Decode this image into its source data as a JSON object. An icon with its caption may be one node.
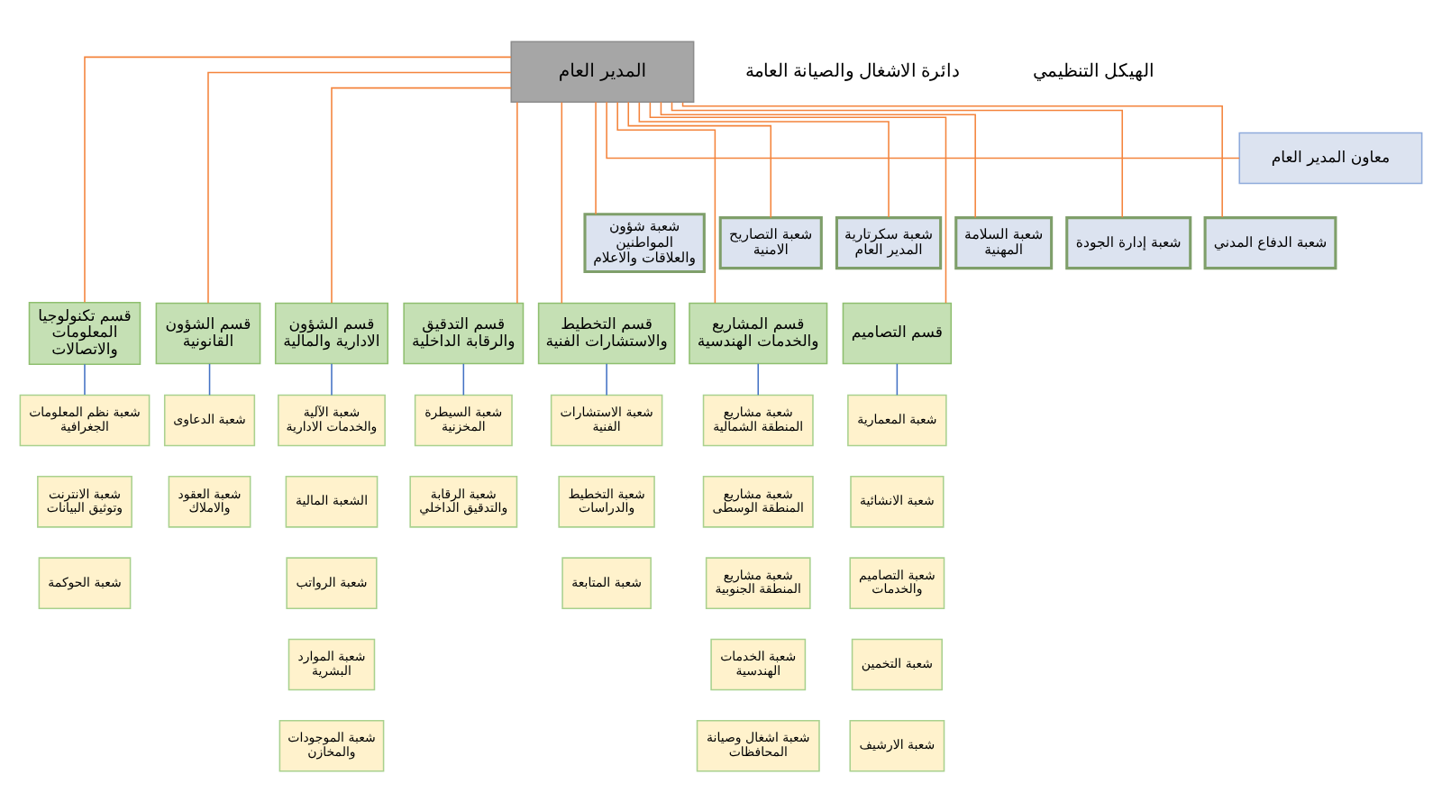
{
  "diagram": {
    "nodes": [
      {
        "text": [
          "المدير العام"
        ]
      },
      {
        "text": [
          "معاون المدير العام"
        ]
      },
      {
        "text": [
          "شعبة الدفاع المدني"
        ]
      },
      {
        "text": [
          "شعبة إدارة الجودة"
        ]
      },
      {
        "text": [
          "شعبة السلامة المهنية"
        ]
      },
      {
        "text": [
          "شعبة سكرتارية المدير العام"
        ]
      },
      {
        "text": [
          "شعبة التصاريح الامنية"
        ]
      },
      {
        "text": [
          "شعبة شؤون المواطنين والعلاقات والاعلام"
        ]
      },
      {
        "text": [
          "قسم التصاميم"
        ]
      },
      {
        "text": [
          "قسم المشاريع والخدمات الهندسية"
        ]
      },
      {
        "text": [
          "قسم التخطيط والاستشارات الفنية"
        ]
      },
      {
        "text": [
          "قسم التدقيق والرقابة الداخلية"
        ]
      },
      {
        "text": [
          "قسم الشؤون الادارية والمالية"
        ]
      },
      {
        "text": [
          "قسم الشؤون القانونية"
        ]
      },
      {
        "text": [
          "قسم تكنولوجيا المعلومات والاتصالات"
        ]
      },
      {
        "text": [
          "شعبة المعمارية"
        ]
      },
      {
        "text": [
          "شعبة الانشائية"
        ]
      },
      {
        "text": [
          "شعبة التصاميم والخدمات"
        ]
      },
      {
        "text": [
          "شعبة التخمين"
        ]
      },
      {
        "text": [
          "شعبة الارشيف"
        ]
      },
      {
        "text": [
          "شعبة مشاريع المنطقة الشمالية"
        ]
      },
      {
        "text": [
          "شعبة مشاريع المنطقة الوسطى"
        ]
      },
      {
        "text": [
          "شعبة مشاريع المنطقة الجنوبية"
        ]
      },
      {
        "text": [
          "شعبة الخدمات الهندسية"
        ]
      },
      {
        "text": [
          "شعبة اشغال وصيانة المحافظات"
        ]
      },
      {
        "text": [
          "شعبة الاستشارات الفنية"
        ]
      },
      {
        "text": [
          "شعبة التخطيط والدراسات"
        ]
      },
      {
        "text": [
          "شعبة المتابعة"
        ]
      },
      {
        "text": [
          "شعبة السيطرة المخزنية"
        ]
      },
      {
        "text": [
          "شعبة الرقابة والتدقيق الداخلي"
        ]
      },
      {
        "text": [
          "شعبة الآلية والخدمات الادارية"
        ]
      },
      {
        "text": [
          "الشعبة المالية"
        ]
      },
      {
        "text": [
          "شعبة الرواتب"
        ]
      },
      {
        "text": [
          "شعبة الموارد البشرية"
        ]
      },
      {
        "text": [
          "شعبة الموجودات والمخازن"
        ]
      },
      {
        "text": [
          "شعبة الدعاوى"
        ]
      },
      {
        "text": [
          "شعبة العقود والاملاك"
        ]
      },
      {
        "text": [
          "شعبة نظم المعلومات الجغرافية"
        ]
      },
      {
        "text": [
          "شعبة الانترنت وتوثيق البيانات"
        ]
      },
      {
        "text": [
          "شعبة الحوكمة"
        ]
      }
    ],
    "edges": [
      {
        "from": 0,
        "to": 1,
        "arrow": "none"
      },
      {
        "from": 0,
        "to": 2,
        "arrow": "none"
      },
      {
        "from": 0,
        "to": 3,
        "arrow": "none"
      },
      {
        "from": 0,
        "to": 4,
        "arrow": "none"
      },
      {
        "from": 0,
        "to": 5,
        "arrow": "none"
      },
      {
        "from": 0,
        "to": 6,
        "arrow": "none"
      },
      {
        "from": 0,
        "to": 7,
        "arrow": "none"
      },
      {
        "from": 0,
        "to": 8,
        "arrow": "none"
      },
      {
        "from": 0,
        "to": 9,
        "arrow": "none"
      },
      {
        "from": 0,
        "to": 10,
        "arrow": "none"
      },
      {
        "from": 0,
        "to": 11,
        "arrow": "none"
      },
      {
        "from": 0,
        "to": 12,
        "arrow": "none"
      },
      {
        "from": 0,
        "to": 13,
        "arrow": "none"
      },
      {
        "from": 0,
        "to": 14,
        "arrow": "none"
      },
      {
        "from": 8,
        "to": 15,
        "arrow": "none",
        "color": "#4472c4"
      },
      {
        "from": 9,
        "to": 20,
        "arrow": "none",
        "color": "#4472c4"
      },
      {
        "from": 10,
        "to": 25,
        "arrow": "none",
        "color": "#4472c4"
      },
      {
        "from": 11,
        "to": 28,
        "arrow": "none",
        "color": "#4472c4"
      },
      {
        "from": 12,
        "to": 30,
        "arrow": "none",
        "color": "#4472c4"
      },
      {
        "from": 13,
        "to": 35,
        "arrow": "none",
        "color": "#4472c4"
      },
      {
        "from": 14,
        "to": 37,
        "arrow": "none",
        "color": "#4472c4"
      }
    ],
    "labels": [
      "دائرة الاشغال والصيانة العامة",
      "الهيكل التنظيمي"
    ]
  }
}
